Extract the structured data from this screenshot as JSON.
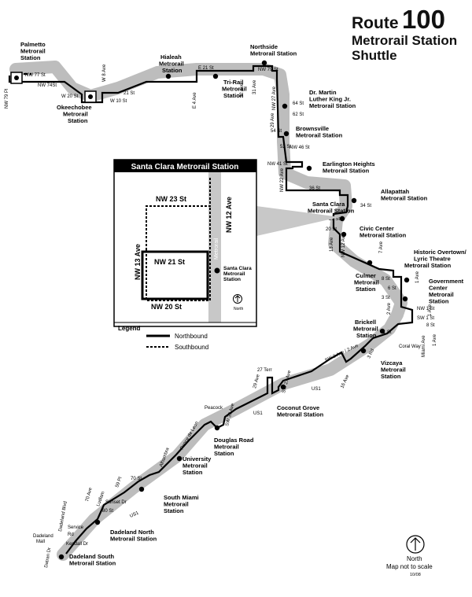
{
  "title": {
    "route_word": "Route",
    "route_number": "100",
    "line1": "Metrorail Station",
    "line2": "Shuttle"
  },
  "stations": {
    "palmetto": [
      "Palmetto",
      "Metrorail",
      "Station"
    ],
    "okeechobee": [
      "Okeechobee",
      "Metrorail",
      "Station"
    ],
    "hialeah": [
      "Hialeah",
      "Metrorail",
      "Station"
    ],
    "trirail": [
      "Tri-Rail",
      "Metrorail",
      "Station"
    ],
    "northside": [
      "Northside",
      "Metrorail Station"
    ],
    "mlk": [
      "Dr. Martin",
      "Luther King Jr.",
      "Metrorail Station"
    ],
    "brownsville": [
      "Brownsville",
      "Metrorail Station"
    ],
    "earlington": [
      "Earlington Heights",
      "Metrorail Station"
    ],
    "allapattah": [
      "Allapattah",
      "Metrorail Station"
    ],
    "santaclara": [
      "Santa Clara",
      "Metrorail Station"
    ],
    "civiccenter": [
      "Civic Center",
      "Metrorail Station"
    ],
    "overtown": [
      "Historic Overtown/",
      "Lyric Theatre",
      "Metrorail Station"
    ],
    "culmer": [
      "Culmer",
      "Metrorail",
      "Station"
    ],
    "govcenter": [
      "Government",
      "Center",
      "Metrorail",
      "Station"
    ],
    "brickell": [
      "Brickell",
      "Metrorail",
      "Station"
    ],
    "vizcaya": [
      "Vizcaya",
      "Metrorail",
      "Station"
    ],
    "coconutgrove": [
      "Coconut Grove",
      "Metrorail Station"
    ],
    "douglasroad": [
      "Douglas Road",
      "Metrorail",
      "Station"
    ],
    "university": [
      "University",
      "Metrorail",
      "Station"
    ],
    "southmiami": [
      "South Miami",
      "Metrorail",
      "Station"
    ],
    "dadelandnorth": [
      "Dadeland North",
      "Metrorail Station"
    ],
    "dadelandsouth": [
      "Dadeland South",
      "Metrorail Station"
    ]
  },
  "streets": {
    "nw77st": "NW 77 St",
    "nw74st": "NW 74St",
    "nw79pl": "NW 79 Pl",
    "w20st": "W 20 St",
    "w8ave": "W 8 Ave",
    "w10st": "W 10 St",
    "st21": "21 St",
    "e21st": "E 21 St",
    "e4ave": "E 4 Ave",
    "ave32": "32 Ave",
    "ave31": "31 Ave",
    "nw79st": "NW 79 St",
    "nw27ave": "NW 27 Ave",
    "st64": "64 St",
    "st62": "62 St",
    "st54": "54 St",
    "ave29": "29 Ave",
    "st52": "52 St",
    "nw46st": "NW 46 St",
    "nw41st": "NW 41 St",
    "nw22ave": "NW 22 Ave",
    "st36": "36 St",
    "st34": "34 St",
    "st21b": "21 St",
    "st20": "20 St",
    "ave13": "13 Ave",
    "nw12ave": "NW 12 Ave",
    "ave7": "7 Ave",
    "st8": "8 St",
    "st6": "6 St",
    "ave1": "1 Ave",
    "st3": "3 St",
    "ave2": "2 Ave",
    "nw1st": "NW 1 St",
    "sw1st": "SW 1 St",
    "ave1b": "1 Ave",
    "st11": "11 St",
    "st8b": "8 St",
    "coralway": "Coral Way",
    "miamiave": "Miami Ave",
    "ave1c": "1 Ave",
    "sw3ave": "SW 3 Ave / 2 Ave",
    "rd3": "3 Rd",
    "ave16": "16 Ave",
    "us1a": "US1",
    "terr27": "27 Terr",
    "ave29b": "29 Ave",
    "sw27ave": "SW 27 Ave",
    "us1b": "US1",
    "peacock": "Peacock",
    "sw39ave": "SW 39 Ave",
    "ponce": "Ponce de Leon",
    "alhambra": "Alhambra",
    "st70": "70 St",
    "pl59": "59 Pl",
    "ludlam": "Ludlam",
    "ave70": "70 Ave",
    "sunset": "Sunset Dr",
    "st80": "80 St",
    "us1c": "US1",
    "dadelandblvd": "Dadeland Blvd",
    "service": "Service",
    "rd": "Rd",
    "kendall": "Kendall Dr",
    "dadelandmall": [
      "Dadeland",
      "Mall"
    ],
    "datran": "Datran Dr"
  },
  "inset": {
    "title": "Santa Clara Metrorail Station",
    "nw23st": "NW 23 St",
    "nw21st": "NW 21 St",
    "nw20st": "NW 20 St",
    "nw13ave": "NW 13 Ave",
    "nw12ave": "NW 12 Ave",
    "metrorail": "Metrorail",
    "station": [
      "Santa Clara",
      "Metrorail",
      "Station"
    ],
    "north": "North"
  },
  "legend": {
    "title": "Legend",
    "northbound": "Northbound",
    "southbound": "Southbound"
  },
  "footer": {
    "north": "North",
    "note": "Map not to scale",
    "date": "10/08"
  },
  "colors": {
    "corridor": "#bdbdbd",
    "route": "#000000",
    "inset_rail": "#c8c8c8"
  }
}
